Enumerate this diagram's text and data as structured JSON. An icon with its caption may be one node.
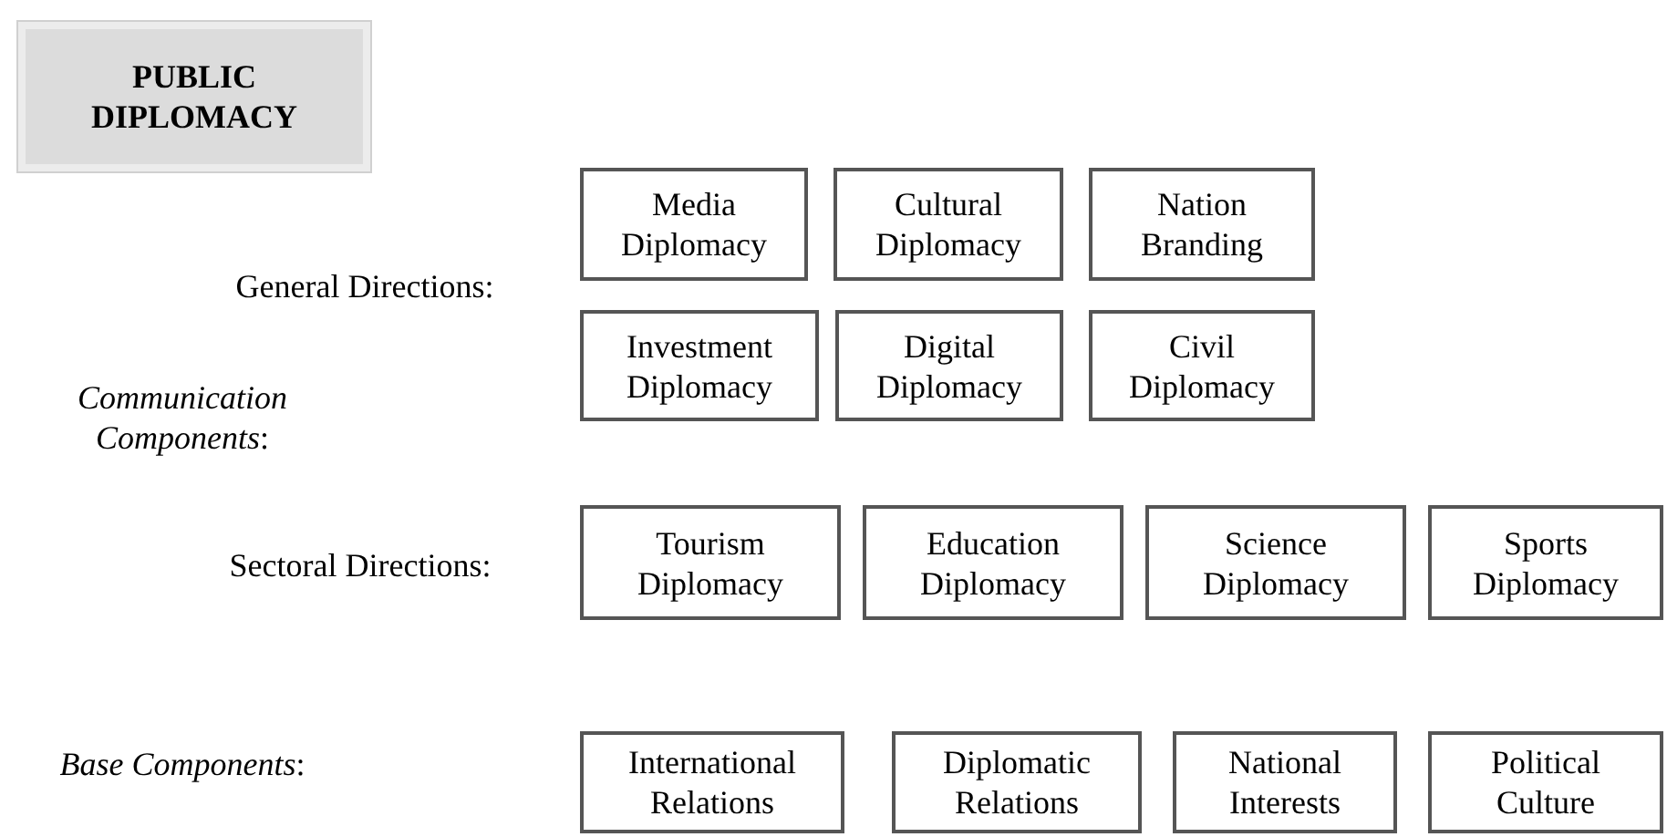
{
  "diagram": {
    "nodes": [
      {
        "text": [
          "PUBLIC DIPLOMACY"
        ]
      },
      {
        "text": [
          "Media Diplomacy"
        ]
      },
      {
        "text": [
          "Cultural Diplomacy"
        ]
      },
      {
        "text": [
          "Nation Branding"
        ]
      },
      {
        "text": [
          "Investment Diplomacy"
        ]
      },
      {
        "text": [
          "Digital Diplomacy"
        ]
      },
      {
        "text": [
          "Civil Diplomacy"
        ]
      },
      {
        "text": [
          "Tourism Diplomacy"
        ]
      },
      {
        "text": [
          "Education Diplomacy"
        ]
      },
      {
        "text": [
          "Science Diplomacy"
        ]
      },
      {
        "text": [
          "Sports Diplomacy"
        ]
      },
      {
        "text": [
          "International Relations"
        ]
      },
      {
        "text": [
          "Diplomatic Relations"
        ]
      },
      {
        "text": [
          "National Interests"
        ]
      },
      {
        "text": [
          "Political Culture"
        ]
      }
    ],
    "labels": [
      "General Directions:",
      "*Communication Components*:",
      "Sectoral Directions:",
      "*Base Components*:"
    ]
  }
}
